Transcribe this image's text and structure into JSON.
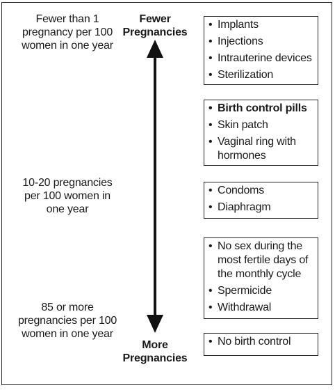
{
  "axis": {
    "top_label": "Fewer Pregnancies",
    "bottom_label": "More Pregnancies"
  },
  "rates": [
    {
      "text": "Fewer than 1 pregnancy per 100 women in one year"
    },
    {
      "text": "10-20 pregnancies per 100 women in one year"
    },
    {
      "text": "85 or more pregnancies per 100 women in one year"
    }
  ],
  "groups": [
    {
      "items": [
        "Implants",
        "Injections",
        "Intrauterine devices",
        "Sterilization"
      ]
    },
    {
      "items": [
        "Birth control pills",
        "Skin patch",
        "Vaginal ring with hormones"
      ],
      "bold_first": true
    },
    {
      "items": [
        "Condoms",
        "Diaphragm"
      ]
    },
    {
      "items": [
        "No sex during the most fertile days of the monthly cycle",
        "Spermicide",
        "Withdrawal"
      ]
    },
    {
      "items": [
        "No birth control"
      ]
    }
  ]
}
